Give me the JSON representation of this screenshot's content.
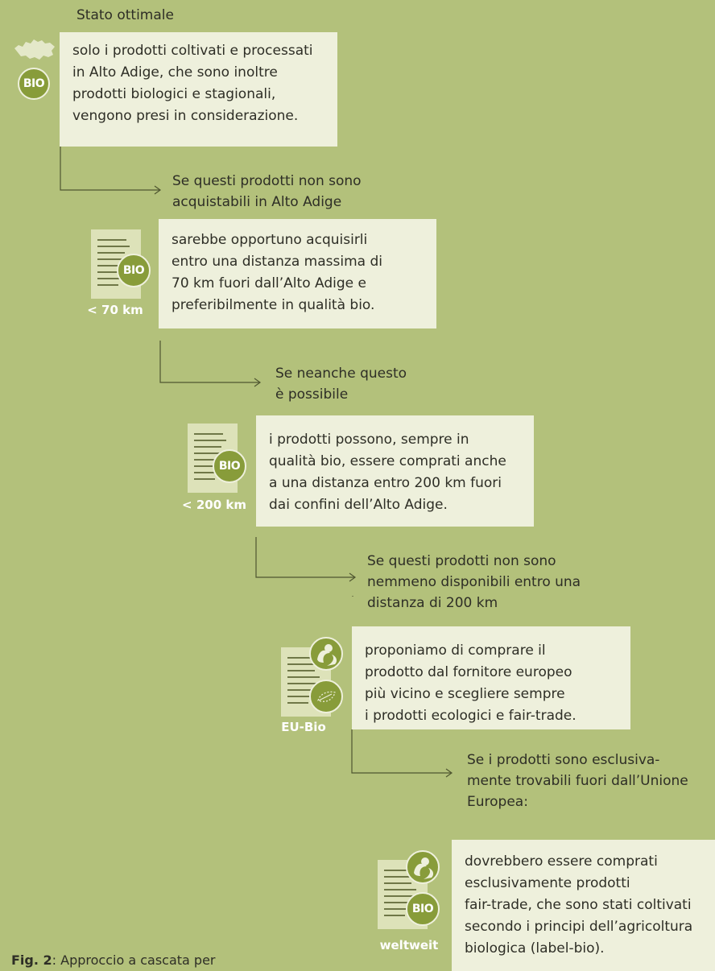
{
  "title": "Stato ottimale",
  "steps": [
    {
      "text": "solo i prodotti coltivati e processati\nin Alto Adige, che sono inoltre\nprodotti biologici e stagionali,\nvengono presi in considerazione."
    },
    {
      "condition": "Se questi prodotti non sono\nacquistabili in Alto Adige",
      "text": "sarebbe opportuno acquisirli\nentro una distanza massima di\n70 km fuori dall’Alto Adige e\npreferibilmente in qualità bio.",
      "label": "< 70 km"
    },
    {
      "condition": "Se neanche questo\nè possibile",
      "text": "i prodotti possono, sempre in\nqualità bio, essere comprati anche\na una distanza entro 200 km fuori\ndai confini dell’Alto Adige.",
      "label": "< 200 km"
    },
    {
      "condition": "Se questi prodotti non sono\nnemmeno disponibili entro una\ndistanza di 200 km",
      "text": "proponiamo di comprare il\nprodotto dal fornitore europeo\npiù vicino e scegliere sempre\ni prodotti ecologici e fair-trade.",
      "label": "EU-Bio"
    },
    {
      "condition": "Se i prodotti sono esclusiva-\nmente trovabili fuori dall’Unione\nEuropea:",
      "text": "dovrebbero essere comprati\nesclusivamente prodotti\nfair-trade, che sono stati coltivati\nsecondo i principi dell’agricoltura\nbiologica (label-bio).",
      "label": "weltweit"
    }
  ],
  "badge_text": "BIO",
  "caption": {
    "prefix": "Fig. 2",
    "text": ": Approccio a cascata per"
  },
  "colors": {
    "background": "#b3c17b",
    "box": "#eef0dc",
    "badge": "#889c3a"
  },
  "icons": [
    "south-tyrol-map-icon",
    "bio-badge-icon",
    "document-icon",
    "fairtrade-icon",
    "eu-leaf-icon"
  ]
}
